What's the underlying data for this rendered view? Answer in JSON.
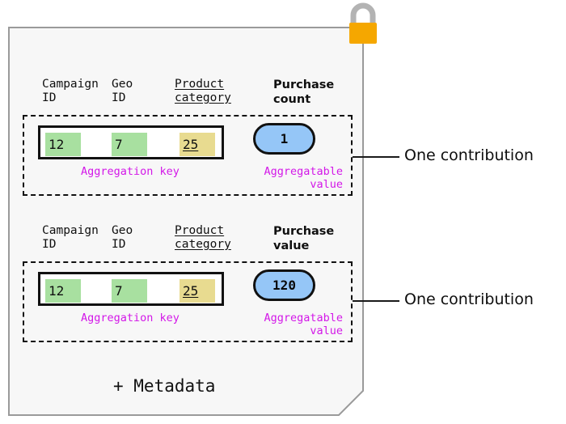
{
  "document": {
    "title_footer": "+ Metadata",
    "lock_icon": "padlock-icon",
    "background_color": "#f7f7f7",
    "border_color": "#9a9a9a"
  },
  "colors": {
    "key_cell_green": "#a8e0a0",
    "key_cell_yellow": "#e8db90",
    "value_pill_blue": "#95c6f7",
    "annotation_magenta": "#d318e8",
    "lock_body_orange": "#f5a700",
    "lock_shackle_gray": "#b3b3b3"
  },
  "contributions": [
    {
      "headers": {
        "campaign": {
          "line1": "Campaign",
          "line2": "ID"
        },
        "geo": {
          "line1": "Geo",
          "line2": "ID"
        },
        "product": {
          "line1": "Product",
          "line2": "category"
        },
        "metric": {
          "line1": "Purchase",
          "line2": "count"
        }
      },
      "key_cells": [
        {
          "value": "12",
          "color": "green",
          "underlined": false
        },
        {
          "value": "7",
          "color": "green",
          "underlined": false
        },
        {
          "value": "25",
          "color": "yellow",
          "underlined": true
        }
      ],
      "aggregatable_value": "1",
      "annotations": {
        "key": "Aggregation key",
        "value": "Aggregatable\nvalue"
      },
      "callout": "One contribution"
    },
    {
      "headers": {
        "campaign": {
          "line1": "Campaign",
          "line2": "ID"
        },
        "geo": {
          "line1": "Geo",
          "line2": "ID"
        },
        "product": {
          "line1": "Product",
          "line2": "category"
        },
        "metric": {
          "line1": "Purchase",
          "line2": "value"
        }
      },
      "key_cells": [
        {
          "value": "12",
          "color": "green",
          "underlined": false
        },
        {
          "value": "7",
          "color": "green",
          "underlined": false
        },
        {
          "value": "25",
          "color": "yellow",
          "underlined": true
        }
      ],
      "aggregatable_value": "120",
      "annotations": {
        "key": "Aggregation key",
        "value": "Aggregatable\nvalue"
      },
      "callout": "One contribution"
    }
  ]
}
